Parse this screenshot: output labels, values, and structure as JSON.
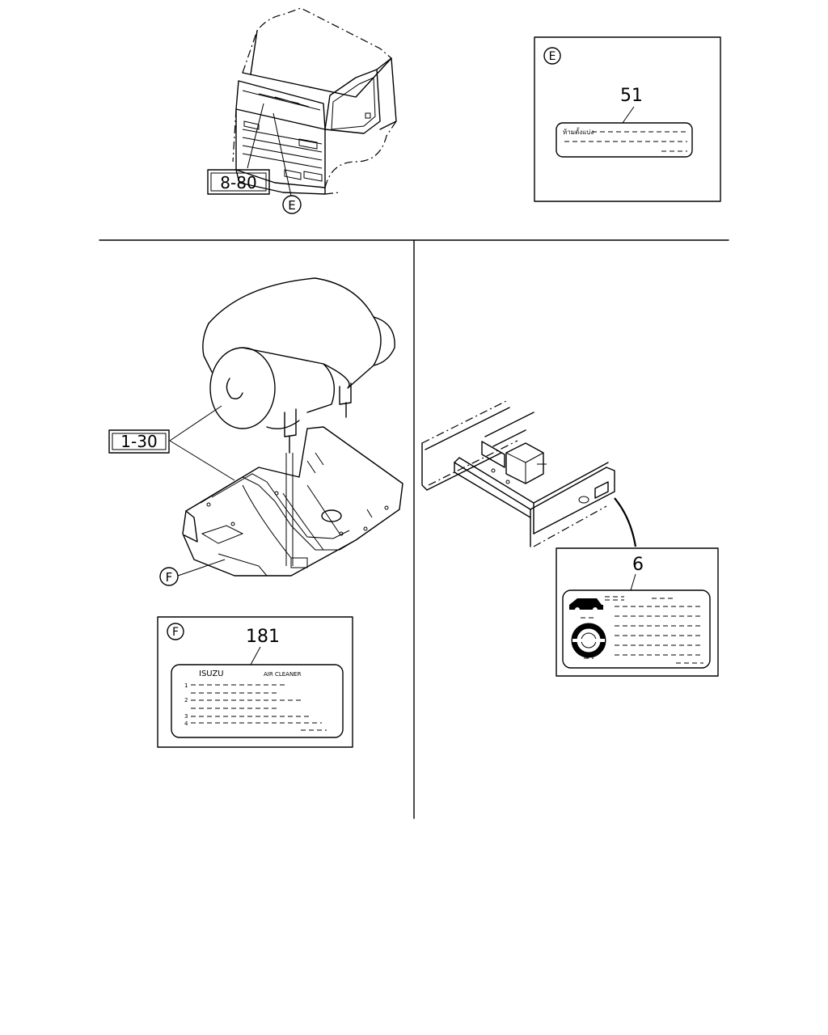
{
  "callouts": {
    "cab_ref": "8-80",
    "cab_view_letter": "E",
    "panel_e_letter": "E",
    "panel_e_part": "51",
    "panel_e_label_thai": "ห้ามตั้งแบ่ง",
    "cleaner_ref": "1-30",
    "cleaner_view_letter": "F",
    "panel_f_letter": "F",
    "panel_f_part": "181",
    "frame_part": "6"
  },
  "label_181": {
    "brand": "ISUZU",
    "title": "AIR CLEANER",
    "row_numbers": [
      "1",
      "2",
      "3",
      "4"
    ]
  }
}
